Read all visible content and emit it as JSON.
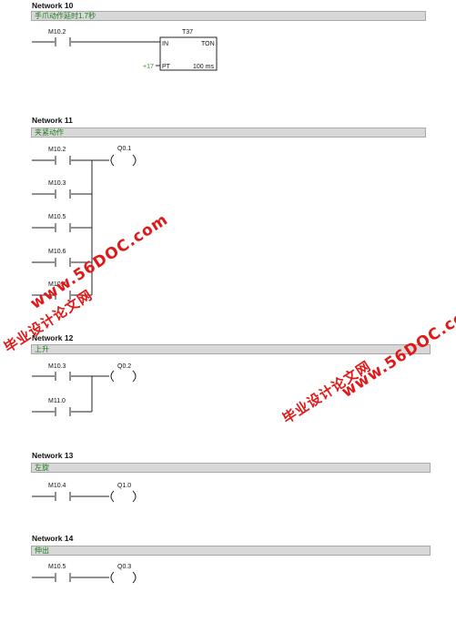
{
  "networks": [
    {
      "title": "Network 10",
      "comment": "手爪动作延时1.7秒",
      "contacts": [
        "M10.2"
      ],
      "timer": {
        "name": "T37",
        "type": "TON",
        "in": "IN",
        "pt": "PT",
        "preset": "+17",
        "base": "100 ms"
      }
    },
    {
      "title": "Network 11",
      "comment": "夹紧动作",
      "contacts": [
        "M10.2",
        "M10.3",
        "M10.5",
        "M10.6",
        "M10.4"
      ],
      "coil": "Q0.1"
    },
    {
      "title": "Network 12",
      "comment": "上升",
      "contacts": [
        "M10.3",
        "M11.0"
      ],
      "coil": "Q0.2"
    },
    {
      "title": "Network 13",
      "comment": "左旋",
      "contacts": [
        "M10.4"
      ],
      "coil": "Q1.0"
    },
    {
      "title": "Network 14",
      "comment": "伸出",
      "contacts": [
        "M10.5"
      ],
      "coil": "Q0.3"
    }
  ],
  "watermarks": {
    "site_text": "www.56DOC.com",
    "cn_text": "毕业设计论文网"
  }
}
